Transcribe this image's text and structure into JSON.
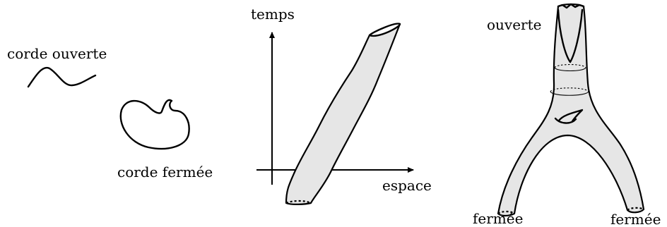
{
  "labels": {
    "open_string": "corde ouverte",
    "closed_string": "corde fermée",
    "time_axis": "temps",
    "space_axis": "espace",
    "open_top": "ouverte",
    "closed_left": "fermée",
    "closed_right": "fermée"
  },
  "colors": {
    "sheet_fill": "#e6e6e6",
    "line": "#000000",
    "background": "#ffffff"
  }
}
